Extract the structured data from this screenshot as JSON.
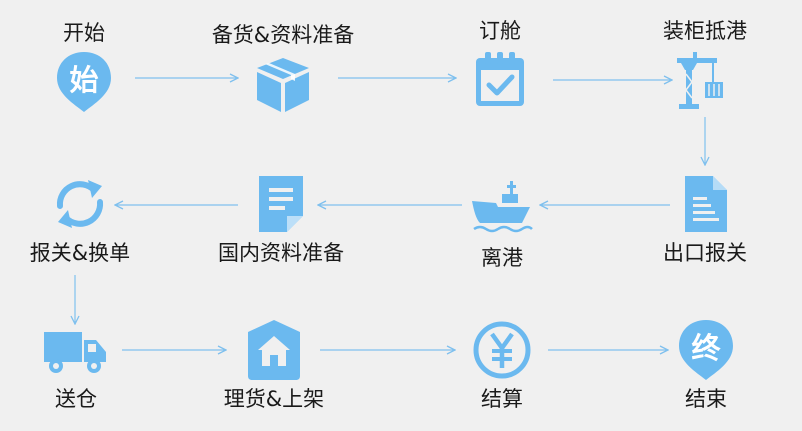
{
  "colors": {
    "accent": "#6bb9ef",
    "background": "#f0f0f0",
    "text": "#1a1a1a"
  },
  "steps": [
    {
      "label": "开始",
      "icon": "start-pin-icon",
      "glyph": "始"
    },
    {
      "label": "备货&资料准备",
      "icon": "package-box-icon"
    },
    {
      "label": "订舱",
      "icon": "calendar-check-icon"
    },
    {
      "label": "装柜抵港",
      "icon": "port-crane-icon"
    },
    {
      "label": "出口报关",
      "icon": "document-icon"
    },
    {
      "label": "离港",
      "icon": "ship-icon"
    },
    {
      "label": "国内资料准备",
      "icon": "folded-document-icon"
    },
    {
      "label": "报关&换单",
      "icon": "refresh-cycle-icon"
    },
    {
      "label": "送仓",
      "icon": "truck-icon"
    },
    {
      "label": "理货&上架",
      "icon": "warehouse-icon"
    },
    {
      "label": "结算",
      "icon": "yuan-coin-icon"
    },
    {
      "label": "结束",
      "icon": "end-pin-icon",
      "glyph": "终"
    }
  ]
}
